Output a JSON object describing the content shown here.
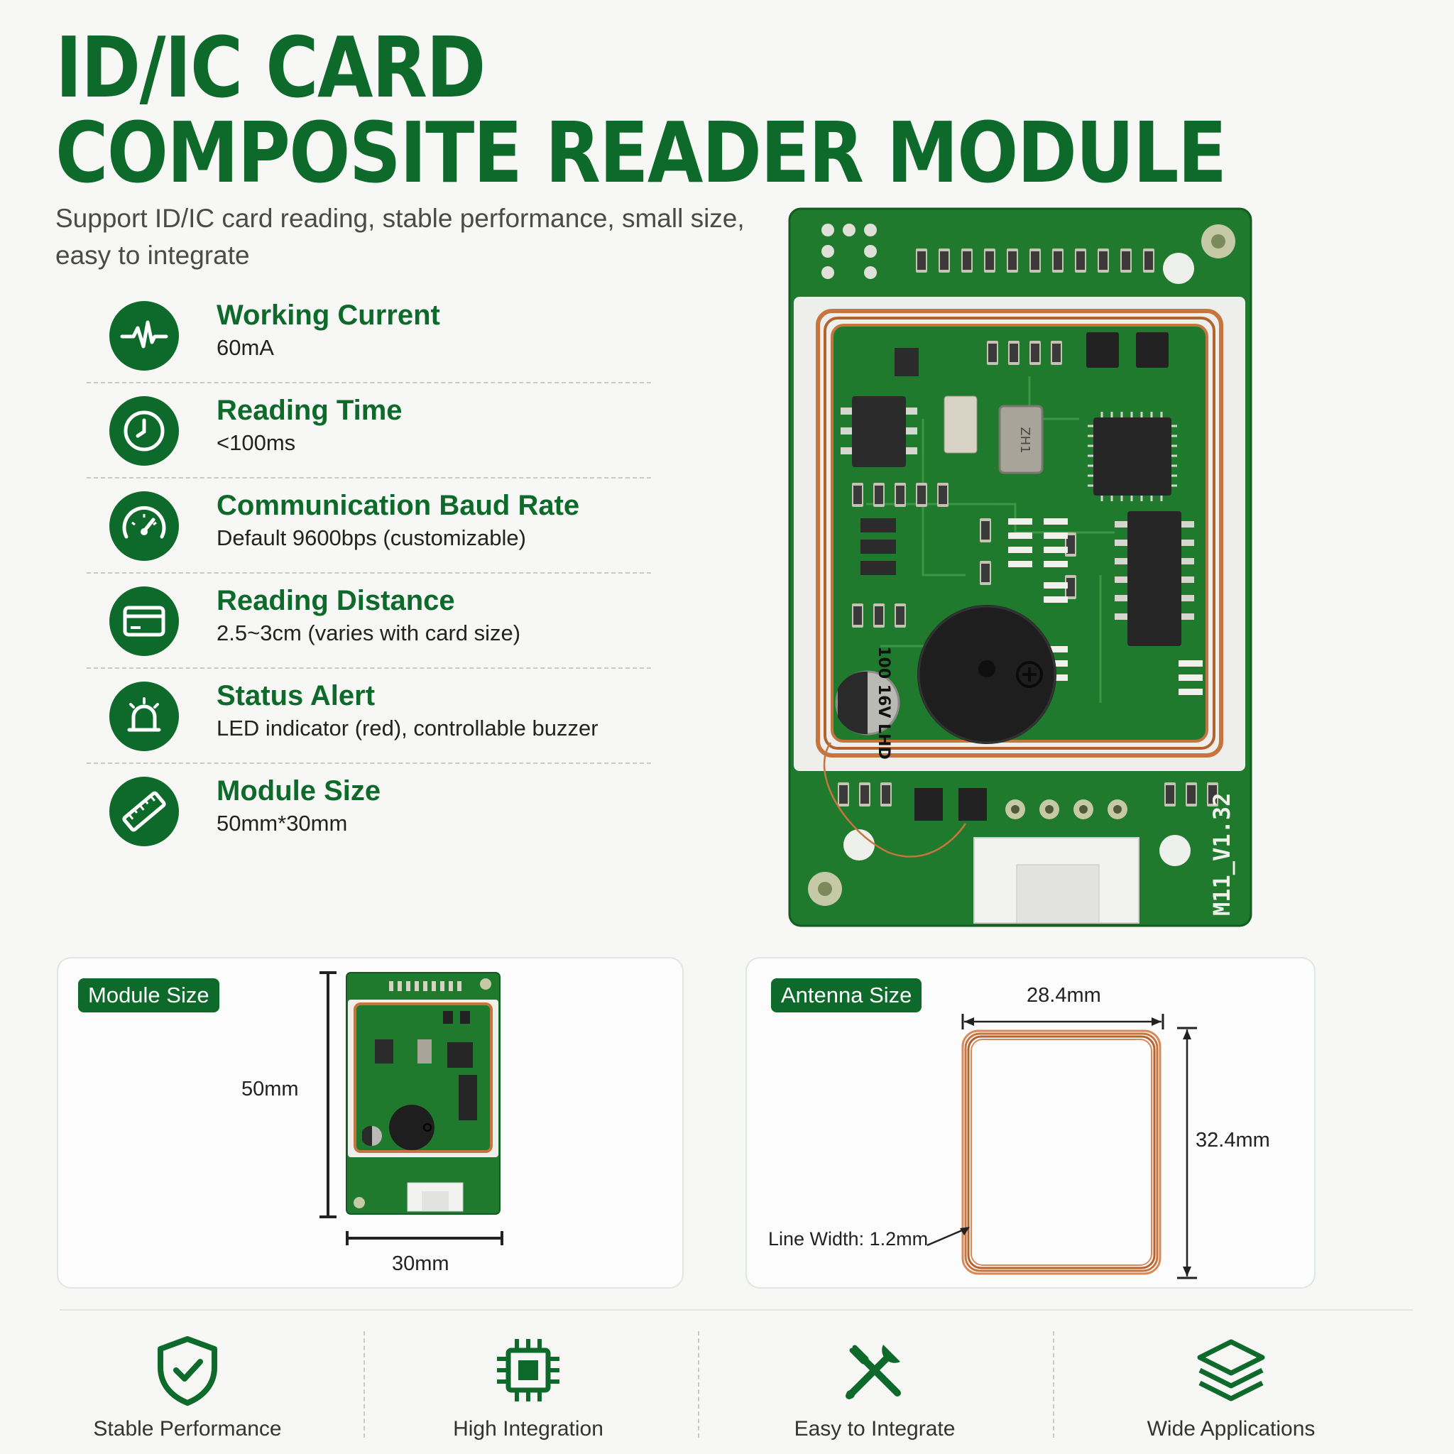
{
  "header": {
    "title_line1": "ID/IC CARD",
    "title_line2": "COMPOSITE READER MODULE",
    "subtitle": "Support ID/IC card reading, stable performance, small size, easy to integrate"
  },
  "specs": [
    {
      "icon": "pulse-icon",
      "label": "Working Current",
      "value": "60mA"
    },
    {
      "icon": "clock-icon",
      "label": "Reading Time",
      "value": "<100ms"
    },
    {
      "icon": "speedometer-icon",
      "label": "Communication Baud Rate",
      "value": "Default 9600bps (customizable)"
    },
    {
      "icon": "card-icon",
      "label": "Reading Distance",
      "value": "2.5~3cm (varies with card size)"
    },
    {
      "icon": "alarm-light-icon",
      "label": "Status Alert",
      "value": "LED indicator (red), controllable buzzer"
    },
    {
      "icon": "ruler-icon",
      "label": "Module Size",
      "value": "50mm*30mm"
    }
  ],
  "board": {
    "silkscreen": "M11_V1.32",
    "capacitor_text": "100 16V LHD",
    "crystal_text": "ZH1"
  },
  "module_panel": {
    "badge": "Module Size",
    "height_label": "50mm",
    "width_label": "30mm"
  },
  "antenna_panel": {
    "badge": "Antenna Size",
    "width_label": "28.4mm",
    "height_label": "32.4mm",
    "line_width_label": "Line Width: 1.2mm"
  },
  "features": [
    {
      "icon": "shield-check-icon",
      "label": "Stable Performance"
    },
    {
      "icon": "chip-icon",
      "label": "High Integration"
    },
    {
      "icon": "tools-icon",
      "label": "Easy to Integrate"
    },
    {
      "icon": "layers-icon",
      "label": "Wide Applications"
    }
  ],
  "colors": {
    "brand_green": "#0d6a2a",
    "pcb_green": "#1f7a2e",
    "copper": "#c8743f"
  }
}
